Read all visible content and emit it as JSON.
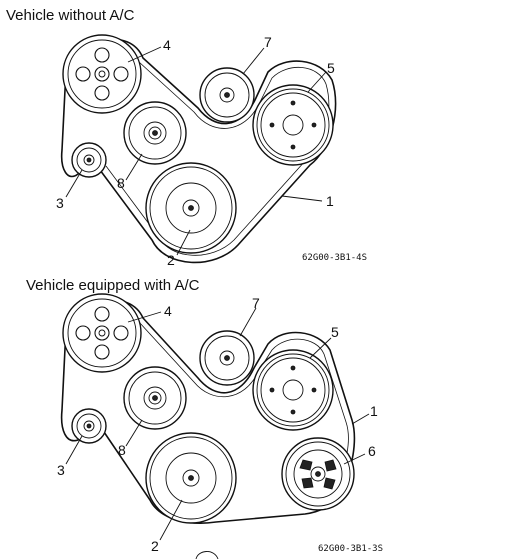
{
  "top": {
    "caption": "Vehicle without A/C",
    "code": "62G00-3B1-4S",
    "labels": {
      "n1": "1",
      "n2": "2",
      "n3": "3",
      "n4": "4",
      "n5": "5",
      "n7": "7",
      "n8": "8"
    }
  },
  "bottom": {
    "caption": "Vehicle equipped with A/C",
    "code": "62G00-3B1-3S",
    "labels": {
      "n1": "1",
      "n2": "2",
      "n3": "3",
      "n4": "4",
      "n5": "5",
      "n6": "6",
      "n7": "7",
      "n8": "8"
    }
  }
}
